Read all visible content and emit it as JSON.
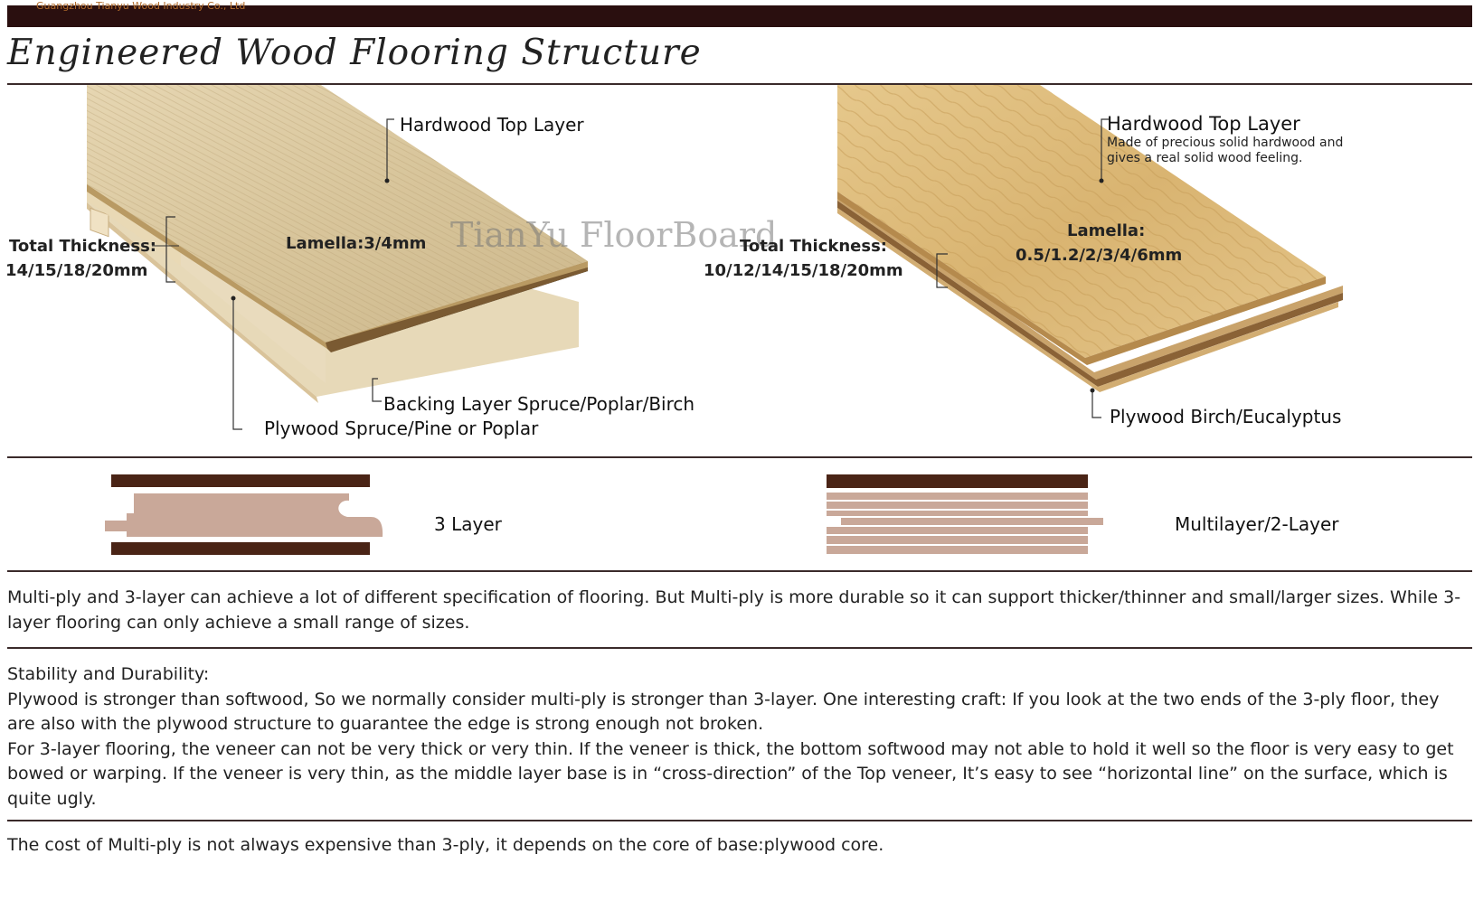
{
  "header": {
    "source_text": "Guangzhou Tianyu Wood Industry Co., Ltd",
    "title": "Engineered Wood Flooring Structure"
  },
  "colors": {
    "dark_bar": "#2a0f0f",
    "layer_dark": "#4a2416",
    "layer_pink": "#c9a899",
    "wood_light": "#e2cfa6",
    "wood_golden": "#dcb978"
  },
  "left_board": {
    "top_layer": "Hardwood Top Layer",
    "lamella": "Lamella:3/4mm",
    "thickness_label": "Total Thickness:",
    "thickness_value": "14/15/18/20mm",
    "backing": "Backing Layer Spruce/Poplar/Birch",
    "core": "Plywood Spruce/Pine or Poplar"
  },
  "watermark": "TianYu FloorBoard",
  "right_board": {
    "top_layer": "Hardwood Top Layer",
    "top_desc_1": "Made of precious solid hardwood and",
    "top_desc_2": "gives a real solid wood feeling.",
    "lamella_label": "Lamella:",
    "lamella_value": "0.5/1.2/2/3/4/6mm",
    "thickness_label": "Total Thickness:",
    "thickness_value": "10/12/14/15/18/20mm",
    "core": "Plywood Birch/Eucalyptus"
  },
  "diagrams": {
    "three_layer_label": "3 Layer",
    "multi_layer_label": "Multilayer/2-Layer"
  },
  "paragraphs": {
    "p1": "Multi-ply and 3-layer can achieve a lot of different specification of flooring.  But Multi-ply is more durable so it can support thicker/thinner and small/larger sizes. While 3-layer flooring can only achieve a small range of sizes.",
    "p2_heading": "Stability and Durability:",
    "p2_line1": "Plywood is stronger than softwood, So we normally consider multi-ply is stronger than 3-layer.  One interesting craft: If you look at the two ends of the 3-ply floor, they are also with the plywood structure to guarantee the edge is strong enough not broken.",
    "p2_line2": "For 3-layer flooring, the veneer can not be very thick or very thin. If the veneer is thick, the bottom softwood may not able to hold it well so the floor is very easy to get bowed or warping. If the veneer is very thin, as the middle layer base is in “cross-direction” of the Top veneer, It’s easy to see “horizontal line” on the surface, which is quite ugly.",
    "p3": "The cost of Multi-ply is not always expensive than 3-ply, it depends on the core of base:plywood core."
  }
}
